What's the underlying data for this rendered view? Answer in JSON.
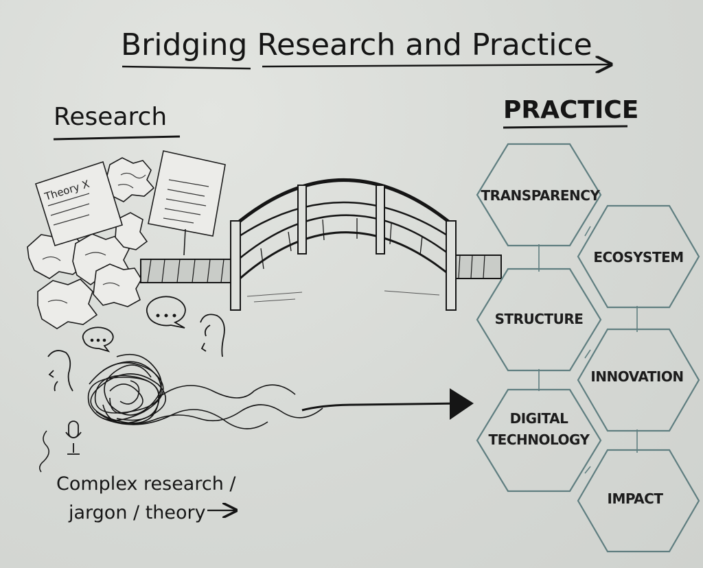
{
  "title": "Bridging Research and Practice",
  "research_label": "Research",
  "practice_label": "PRACTICE",
  "paper_label": "Theory X",
  "note_line1": "Complex research /",
  "note_line2": "jargon / theory",
  "hexagons": {
    "transparency": "TRANSPARENCY",
    "ecosystem": "ECOSYSTEM",
    "structure": "STRUCTURE",
    "innovation": "INNOVATION",
    "digital_1": "DIGITAL",
    "digital_2": "TECHNOLOGY",
    "impact": "IMPACT"
  },
  "colors": {
    "ink": "#151515",
    "hex_stroke": "#5f7e80",
    "background": "#d9dcd8"
  }
}
